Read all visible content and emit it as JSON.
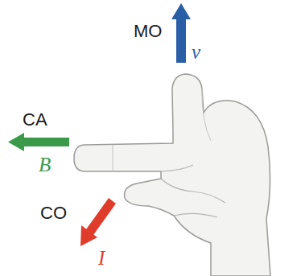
{
  "diagram": {
    "labels": [
      "MO",
      "v",
      "CA",
      "B",
      "CO",
      "I"
    ]
  }
}
